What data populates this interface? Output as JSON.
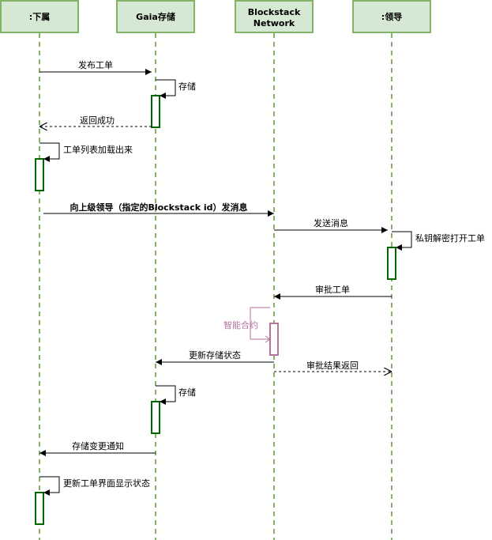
{
  "participants": [
    {
      "id": "subordinate",
      "lines": [
        ":下属"
      ]
    },
    {
      "id": "gaia",
      "lines": [
        "Gaia存储"
      ]
    },
    {
      "id": "blockstack",
      "lines": [
        "Blockstack",
        "Network"
      ]
    },
    {
      "id": "leader",
      "lines": [
        ":领导"
      ]
    }
  ],
  "messages": {
    "m1": "发布工单",
    "m2": "存储",
    "m3": "返回成功",
    "m4": "工单列表加载出来",
    "m5": "向上级领导（指定的Blockstack id）发消息",
    "m6": "发送消息",
    "m7": "私钥解密打开工单",
    "m8": "审批工单",
    "m9": "智能合约",
    "m10": "更新存储状态",
    "m11": "审批结果返回",
    "m12": "存储",
    "m13": "存储变更通知",
    "m14": "更新工单界面显示状态"
  },
  "colors": {
    "participant_fill": "#d5e8d4",
    "participant_border": "#82b366",
    "lifeline": "#82b366",
    "activation_border": "#006600",
    "smart_contract": "#b5739d"
  }
}
